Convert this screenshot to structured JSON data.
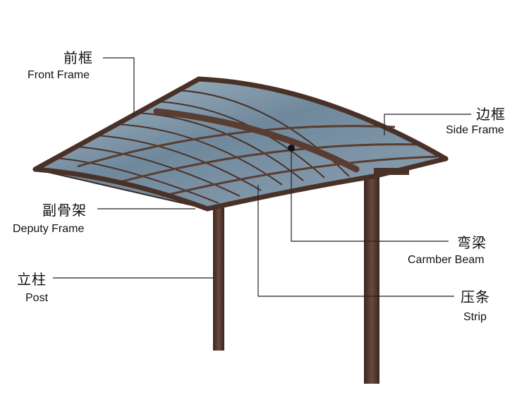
{
  "labels": {
    "front_frame": {
      "cn": "前框",
      "en": "Front Frame"
    },
    "side_frame": {
      "cn": "边框",
      "en": "Side Frame"
    },
    "deputy_frame": {
      "cn": "副骨架",
      "en": "Deputy Frame"
    },
    "camber_beam": {
      "cn": "弯梁",
      "en": "Carmber Beam"
    },
    "post": {
      "cn": "立柱",
      "en": "Post"
    },
    "strip": {
      "cn": "压条",
      "en": "Strip"
    }
  },
  "colors": {
    "frame": "#4a3128",
    "glass": "#6d8496",
    "glass_light": "#9db0bf",
    "leader": "#222222"
  }
}
